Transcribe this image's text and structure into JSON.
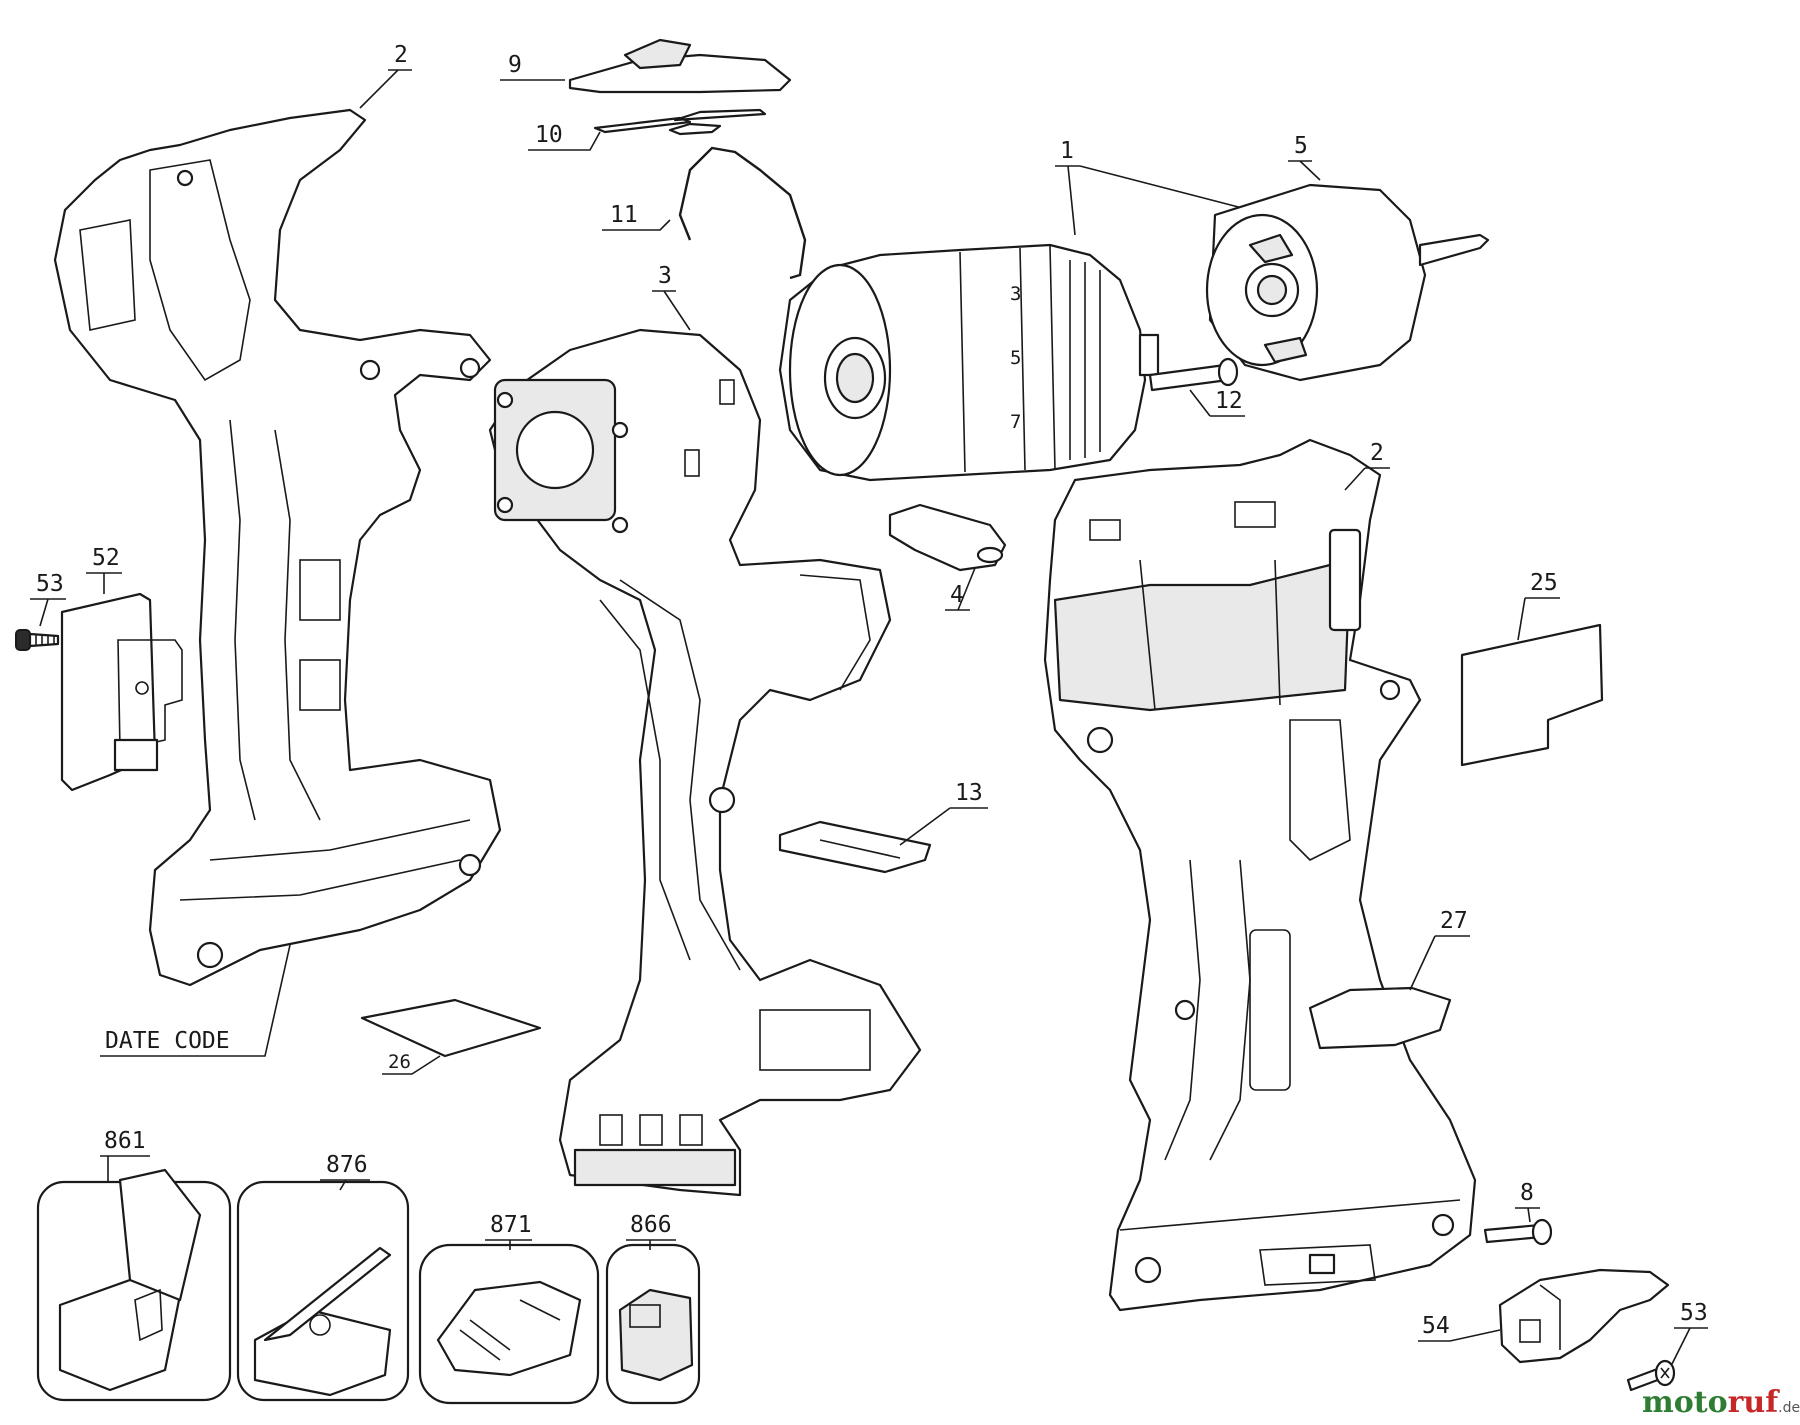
{
  "labels": {
    "l1": "1",
    "l2a": "2",
    "l2b": "2",
    "l3": "3",
    "l4": "4",
    "l5": "5",
    "l8": "8",
    "l9": "9",
    "l10": "10",
    "l11": "11",
    "l12": "12",
    "l13": "13",
    "l25": "25",
    "l26": "26",
    "l27": "27",
    "l52": "52",
    "l53a": "53",
    "l53b": "53",
    "l54": "54",
    "l861": "861",
    "l866": "866",
    "l871": "871",
    "l876": "876",
    "date_code": "DATE CODE"
  },
  "gear_ring_numbers": [
    "3",
    "5",
    "7"
  ],
  "watermark": {
    "brand_a": "moto",
    "brand_b": "ruf",
    "suffix": ".de"
  }
}
